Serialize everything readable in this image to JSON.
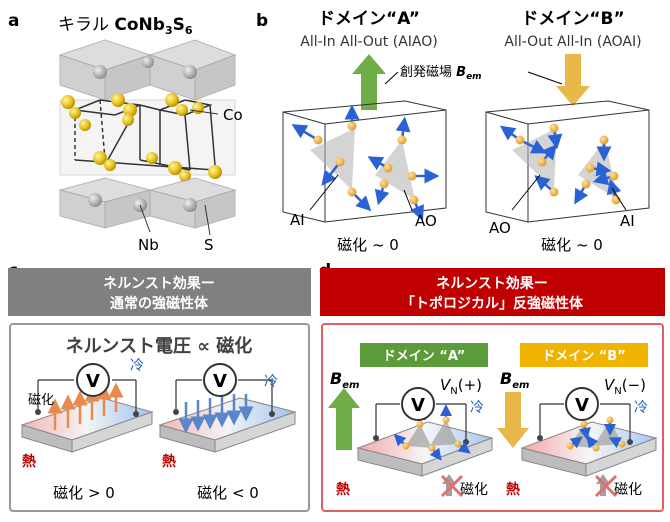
{
  "panel_a": {
    "label": "a",
    "title_prefix": "キラル ",
    "formula": {
      "co": "CoNb",
      "sub1": "3",
      "s": "S",
      "sub2": "6"
    },
    "co_label": "Co",
    "nb_label": "Nb",
    "s_label": "S"
  },
  "panel_b": {
    "label": "b",
    "domain_a_title": "ドメイン“A”",
    "domain_a_sub": "All-In All-Out (AIAO)",
    "domain_b_title": "ドメイン“B”",
    "domain_b_sub": "All-Out All-In (AOAI)",
    "field_label": "創発磁場 ",
    "field_symbol": "B",
    "field_sub": "em",
    "ai_label": "AI",
    "ao_label": "AO",
    "mag_label": "磁化 ~ 0"
  },
  "panel_c": {
    "label": "c",
    "header_line1": "ネルンスト効果ー",
    "header_line2": "通常の強磁性体",
    "title": "ネルンスト電圧 ∝ 磁化",
    "meter": "V",
    "cold": "冷",
    "heat": "熱",
    "mag": "磁化",
    "mag_pos": "磁化 > 0",
    "mag_neg": "磁化 < 0"
  },
  "panel_d": {
    "label": "d",
    "header_line1": "ネルンスト効果ー",
    "header_line2": "「トポロジカル」反強磁性体",
    "domain_a_badge": "ドメイン “A”",
    "domain_b_badge": "ドメイン “B”",
    "b_symbol": "B",
    "b_sub": "em",
    "vn_symbol": "V",
    "vn_sub": "N",
    "vn_plus": "(+)",
    "vn_minus": "(−)",
    "meter": "V",
    "cold": "冷",
    "heat": "熱",
    "mag": "磁化"
  },
  "colors": {
    "gray_header": "#808080",
    "red_header": "#c00000",
    "green_arrow": "#70ad47",
    "yellow_arrow": "#e8b84a",
    "green_badge": "#5b9b3a",
    "yellow_badge": "#f0b400",
    "blue_text": "#1f5fbf",
    "red_text": "#c00000",
    "cold": "#3b78d8",
    "hot": "#e04040"
  }
}
